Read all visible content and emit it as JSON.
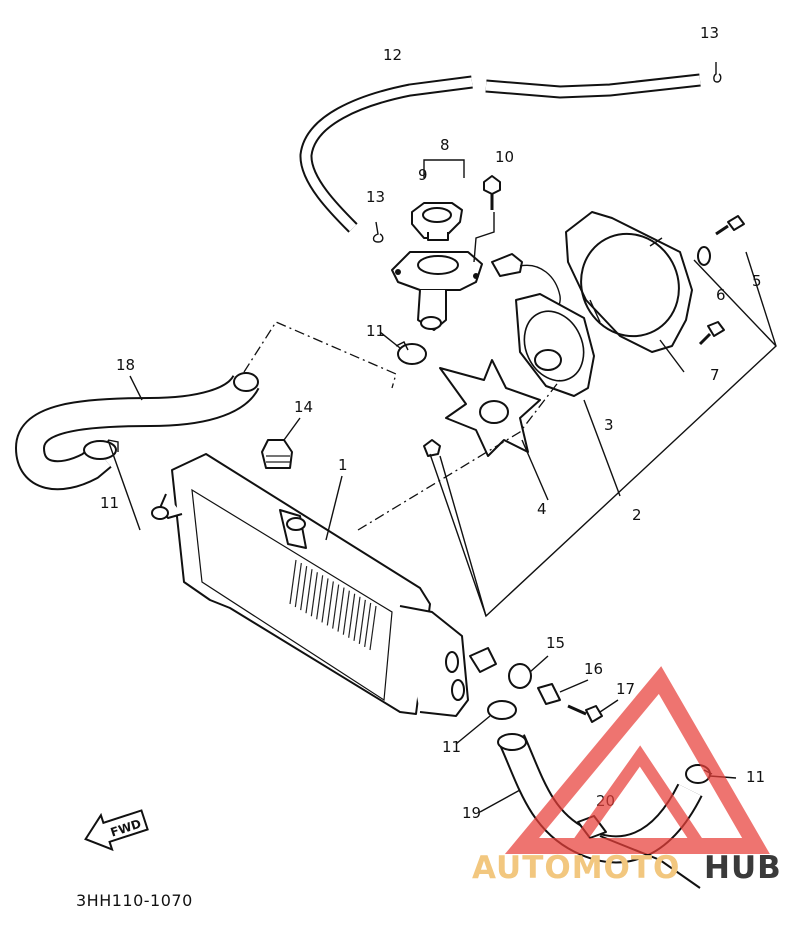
{
  "diagram": {
    "catalog_code": "3HH110-1070",
    "direction_badge": "FWD",
    "callouts": {
      "c1": "1",
      "c2": "2",
      "c3": "3",
      "c4": "4",
      "c5": "5",
      "c6": "6",
      "c7": "7",
      "c8": "8",
      "c9": "9",
      "c10": "10",
      "c11a": "11",
      "c11b": "11",
      "c11c": "11",
      "c11d": "11",
      "c12": "12",
      "c13a": "13",
      "c13b": "13",
      "c14": "14",
      "c15": "15",
      "c16": "16",
      "c17": "17",
      "c18": "18",
      "c19": "19",
      "c20": "20"
    }
  },
  "watermark": {
    "part1": "AUTOMOTO",
    "part2": "HUB",
    "logo_color": "#e8403a"
  }
}
